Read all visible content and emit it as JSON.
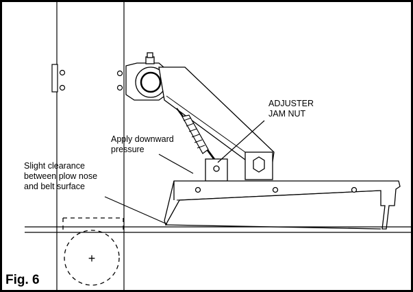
{
  "figure": {
    "label": "Fig. 6"
  },
  "callouts": {
    "adjuster_line1": "ADJUSTER",
    "adjuster_line2": "JAM NUT",
    "pressure_line1": "Apply downward",
    "pressure_line2": "pressure",
    "clearance_line1": "Slight clearance",
    "clearance_line2": "between plow nose",
    "clearance_line3": "and belt surface"
  },
  "symbols": {
    "roller_center": "+"
  },
  "colors": {
    "ink": "#000000",
    "paper": "#ffffff"
  }
}
